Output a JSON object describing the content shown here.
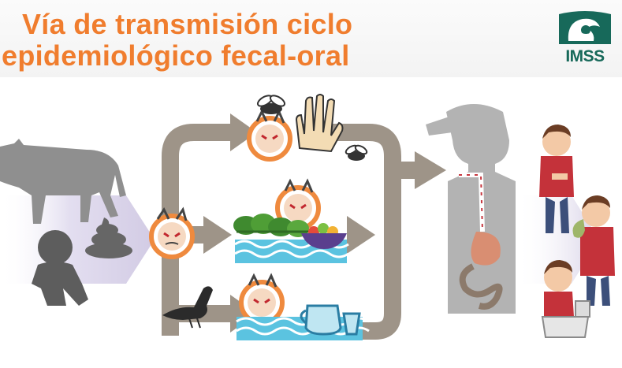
{
  "header": {
    "title_line1": "Vía de transmisión ciclo",
    "title_line2": "epidemiológico fecal-oral",
    "logo_text": "IMSS"
  },
  "colors": {
    "title": "#f07d2e",
    "logo": "#17695a",
    "arrow": "#9e9488",
    "lavender": "#d8d2e6",
    "water": "#5bc3e0",
    "germ": "#ef8a3e",
    "silhouette": "#8f8f8f"
  },
  "diagram": {
    "sources": [
      "cow-silhouette",
      "person-silhouette",
      "feces"
    ],
    "routes": [
      {
        "name": "hands-and-flies",
        "icons": [
          "fly-icon",
          "hand-icon",
          "germ-icon"
        ]
      },
      {
        "name": "food",
        "icons": [
          "vegetables-icon",
          "fruit-bowl-icon",
          "germ-icon"
        ]
      },
      {
        "name": "water",
        "icons": [
          "pigeon-icon",
          "water-pitcher-icon",
          "glass-icon",
          "germ-icon"
        ]
      }
    ],
    "host": "human-digestive-tract",
    "outcomes": [
      "abdominal-pain",
      "vomiting",
      "diarrhea"
    ]
  }
}
